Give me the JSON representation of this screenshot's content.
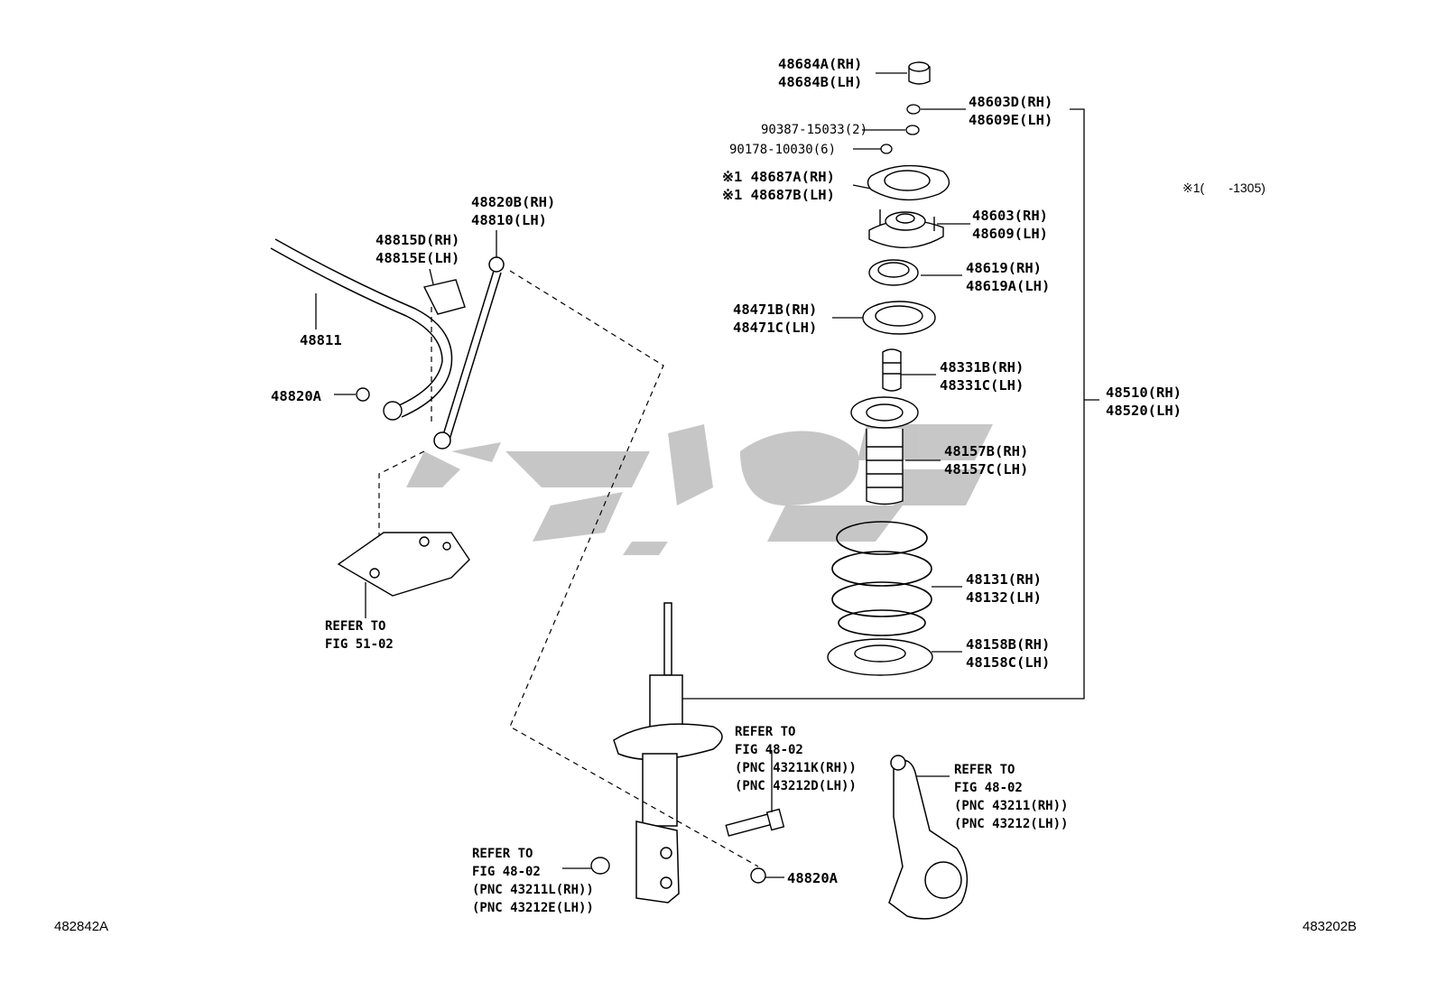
{
  "note": {
    "mark": "※1",
    "range": "(       -1305)"
  },
  "codes": {
    "left": "482842A",
    "right": "483202B"
  },
  "watermark": "تکوپارت",
  "labels": {
    "p48684": [
      "48684A(RH)",
      "48684B(LH)"
    ],
    "p48603d": [
      "48603D(RH)",
      "48609E(LH)"
    ],
    "p90387": "90387-15033(2)",
    "p90178": "90178-10030(6)",
    "p48687": [
      "※1 48687A(RH)",
      "※1 48687B(LH)"
    ],
    "p48603": [
      "48603(RH)",
      "48609(LH)"
    ],
    "p48619": [
      "48619(RH)",
      "48619A(LH)"
    ],
    "p48471": [
      "48471B(RH)",
      "48471C(LH)"
    ],
    "p48331": [
      "48331B(RH)",
      "48331C(LH)"
    ],
    "p48510": [
      "48510(RH)",
      "48520(LH)"
    ],
    "p48157": [
      "48157B(RH)",
      "48157C(LH)"
    ],
    "p48131": [
      "48131(RH)",
      "48132(LH)"
    ],
    "p48158": [
      "48158B(RH)",
      "48158C(LH)"
    ],
    "p48820b": [
      "48820B(RH)",
      "48810(LH)"
    ],
    "p48815": [
      "48815D(RH)",
      "48815E(LH)"
    ],
    "p48811": "48811",
    "p48820a_top": "48820A",
    "p48820a_bot": "48820A",
    "ref5102": [
      "REFER TO",
      "FIG 51-02"
    ],
    "ref_strut": [
      "REFER TO",
      "FIG 48-02",
      "(PNC 43211K(RH))",
      "(PNC 43212D(LH))"
    ],
    "ref_knuckle": [
      "REFER TO",
      "FIG 48-02",
      "(PNC 43211(RH))",
      "(PNC 43212(LH))"
    ],
    "ref_nut": [
      "REFER TO",
      "FIG 48-02",
      "(PNC 43211L(RH))",
      "(PNC 43212E(LH))"
    ]
  }
}
